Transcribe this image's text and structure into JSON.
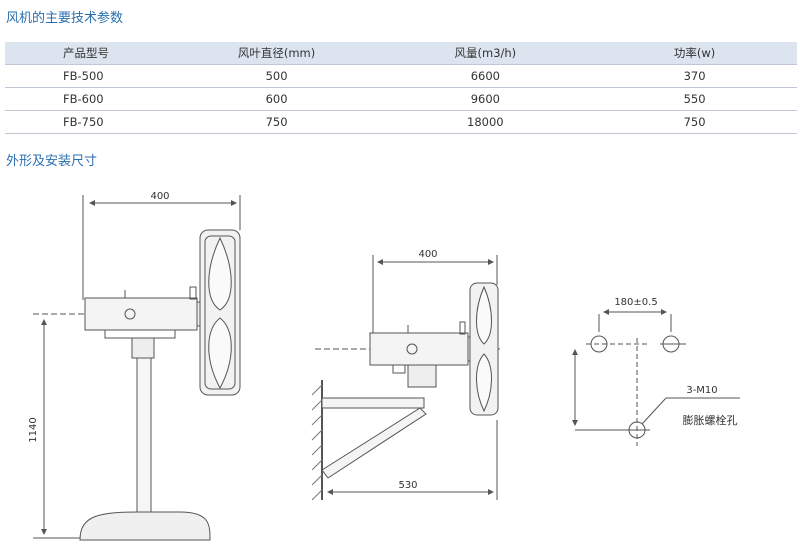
{
  "section1": {
    "title": "风机的主要技术参数"
  },
  "table": {
    "headers": [
      "产品型号",
      "风叶直径(mm)",
      "风量(m3/h)",
      "功率(w)"
    ],
    "rows": [
      [
        "FB-500",
        "500",
        "6600",
        "370"
      ],
      [
        "FB-600",
        "600",
        "9600",
        "550"
      ],
      [
        "FB-750",
        "750",
        "18000",
        "750"
      ]
    ]
  },
  "section2": {
    "title": "外形及安装尺寸"
  },
  "drawing1": {
    "width_label": "400",
    "height_label": "1140"
  },
  "drawing2": {
    "width_label": "400",
    "bracket_label": "530"
  },
  "drawing3": {
    "spacing_label": "180±0.5",
    "bolt_label": "3-M10",
    "hole_label": "膨胀螺栓孔"
  },
  "colors": {
    "title": "#2a6fb0",
    "header_bg": "#dbe4ef",
    "line": "#555555"
  }
}
